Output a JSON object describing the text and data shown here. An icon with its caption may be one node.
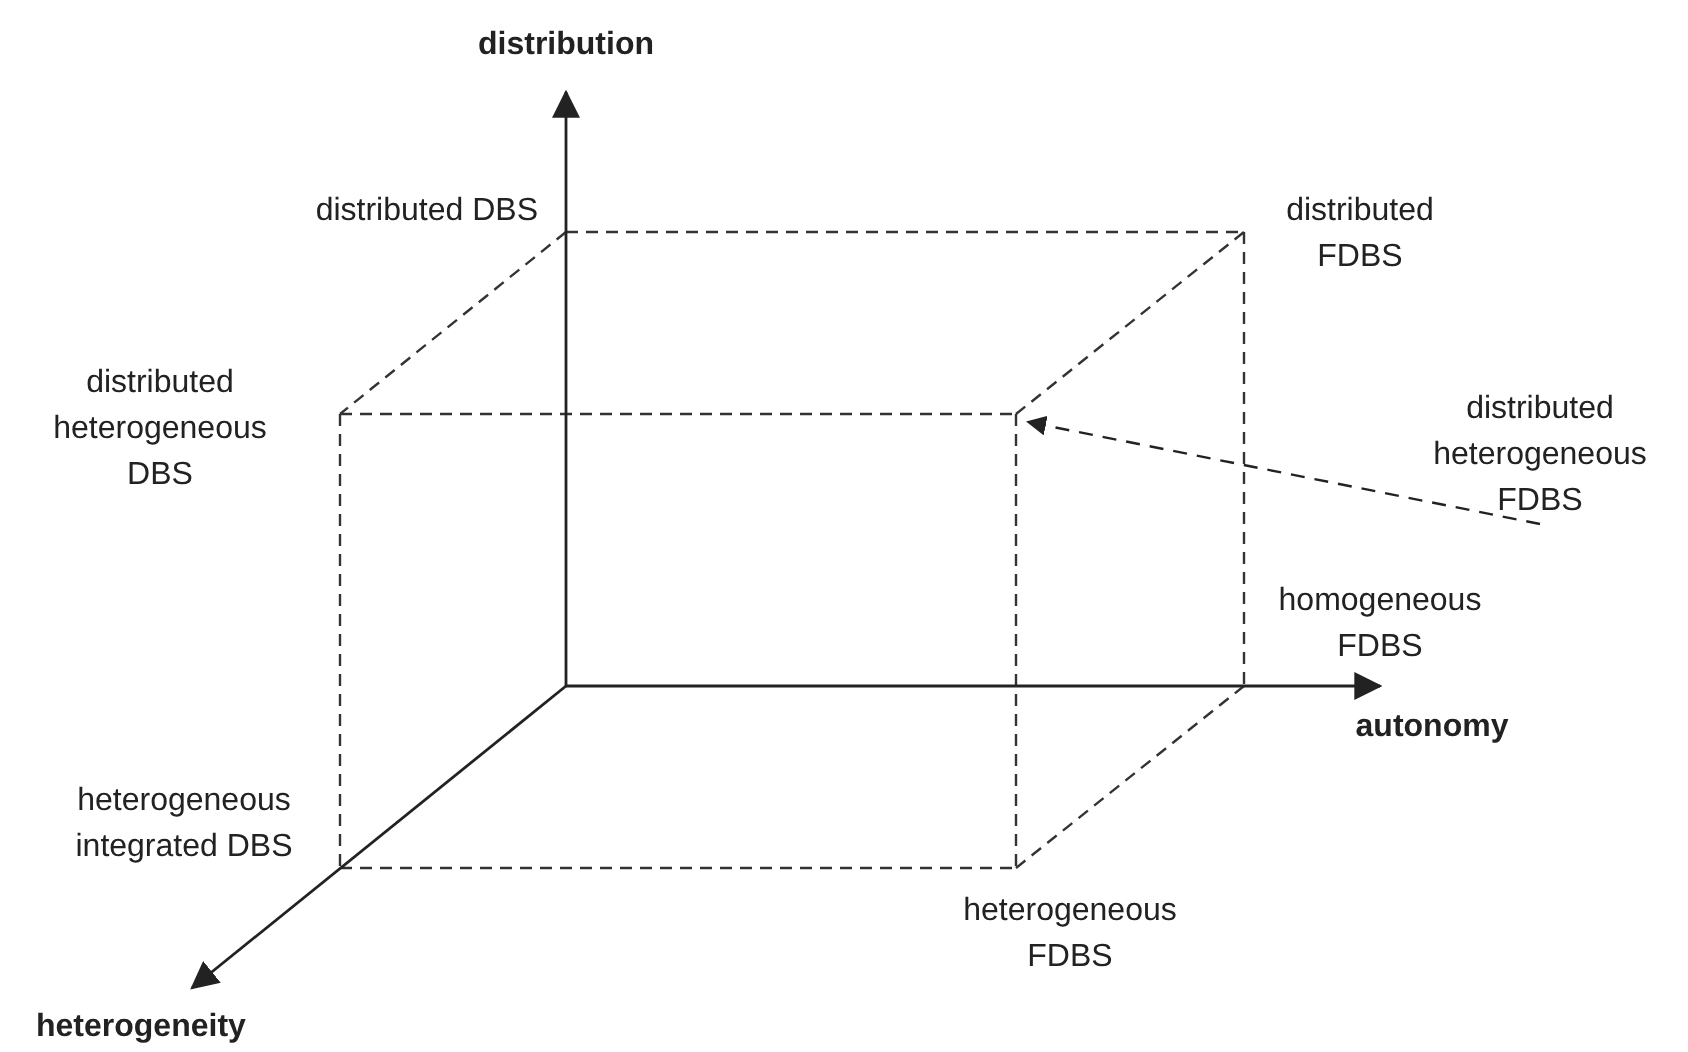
{
  "diagram": {
    "nodes": [
      {
        "text": [],
        "shape": "box"
      },
      {
        "text": [
          "distributed heterogeneous FDBS"
        ]
      }
    ],
    "edges": [
      {
        "from": 1,
        "to": 0,
        "arrow": "to",
        "style": "dashed"
      }
    ],
    "labels": [
      "distribution",
      "distributed DBS",
      "distributed FDBS",
      "distributed heterogeneous DBS",
      "homogeneous FDBS",
      "autonomy",
      "heterogeneous integrated DBS",
      "heterogeneous FDBS",
      "heterogeneity"
    ]
  }
}
